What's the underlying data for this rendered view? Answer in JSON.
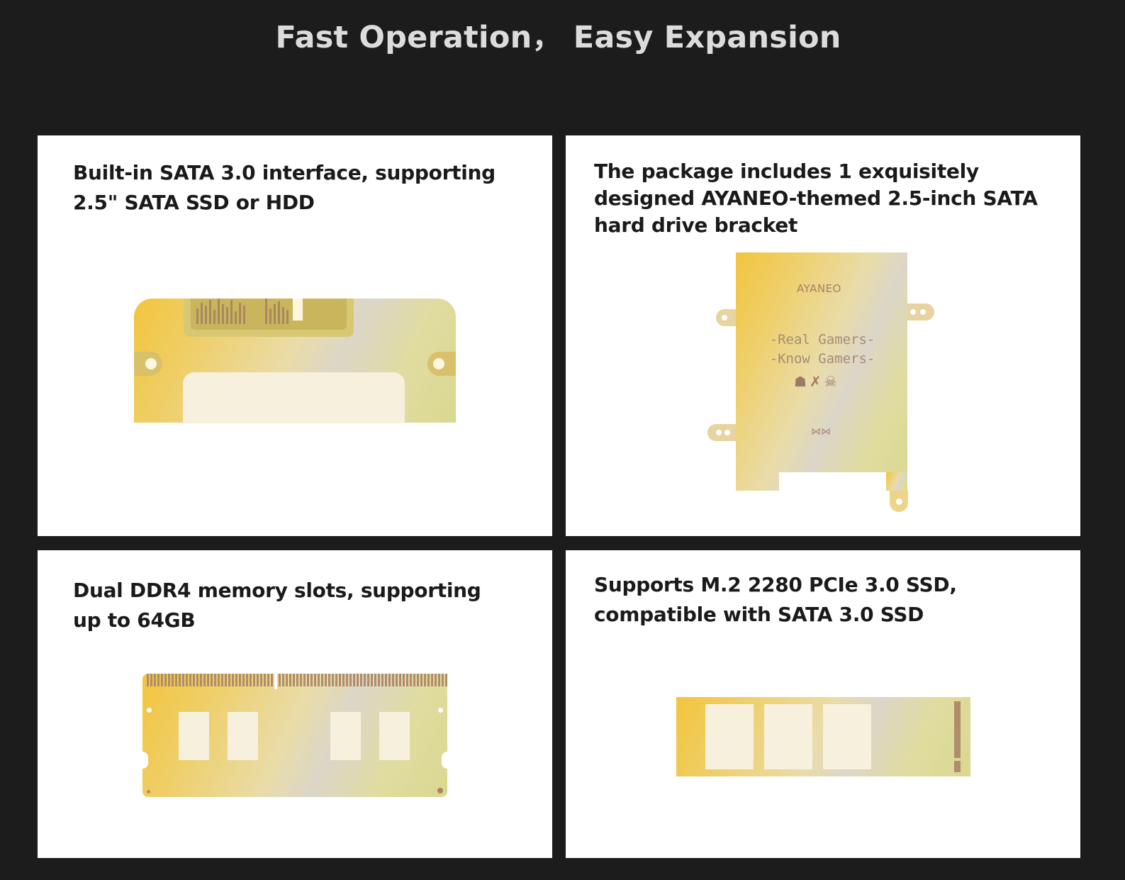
{
  "headline": "Fast Operation， Easy Expansion",
  "cards": {
    "sata": {
      "text": "Built-in SATA 3.0 interface, supporting 2.5\" SATA SSD or HDD"
    },
    "bracket": {
      "text": "The package includes 1 exquisitely designed AYANEO-themed 2.5-inch SATA hard drive bracket",
      "brand": "AYANEO",
      "slogan_line1": "-Real Gamers-",
      "slogan_line2": "-Know Gamers-",
      "mascots": "☗✗☠",
      "logo": "⋈⋈"
    },
    "memory": {
      "text": "Dual DDR4 memory slots, supporting up to 64GB"
    },
    "m2": {
      "text": "Supports M.2 2280 PCIe 3.0 SSD, compatible with SATA 3.0 SSD"
    }
  },
  "colors": {
    "background": "#1c1c1c",
    "card": "#ffffff",
    "gold_start": "#f2c53e",
    "gold_mid": "#dcd6c8",
    "pin": "#a98760"
  }
}
